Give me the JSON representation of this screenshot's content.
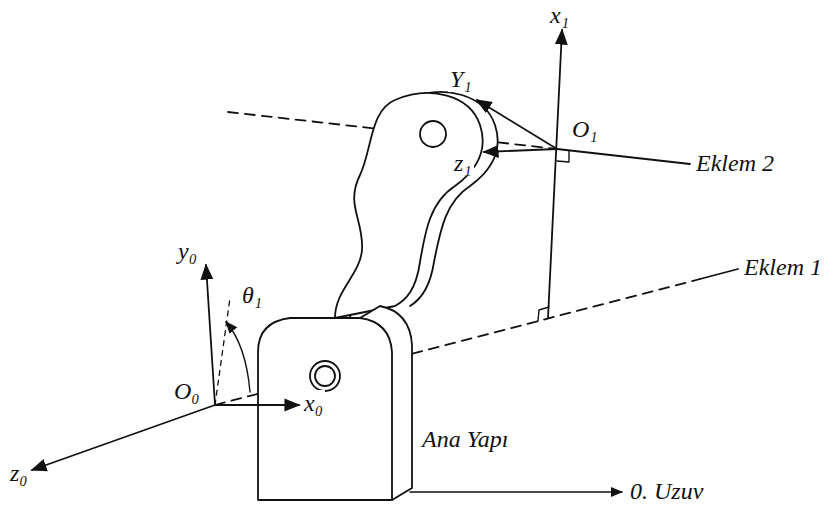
{
  "diagram": {
    "labels": [
      "Y₁",
      "x₁",
      "O₁",
      "Eklem 2",
      "z₁",
      "Eklem 1",
      "y₀",
      "θ₁",
      "z₀",
      "O₀",
      "x₀",
      "Ana Yapı",
      "0. Uzuv"
    ]
  }
}
